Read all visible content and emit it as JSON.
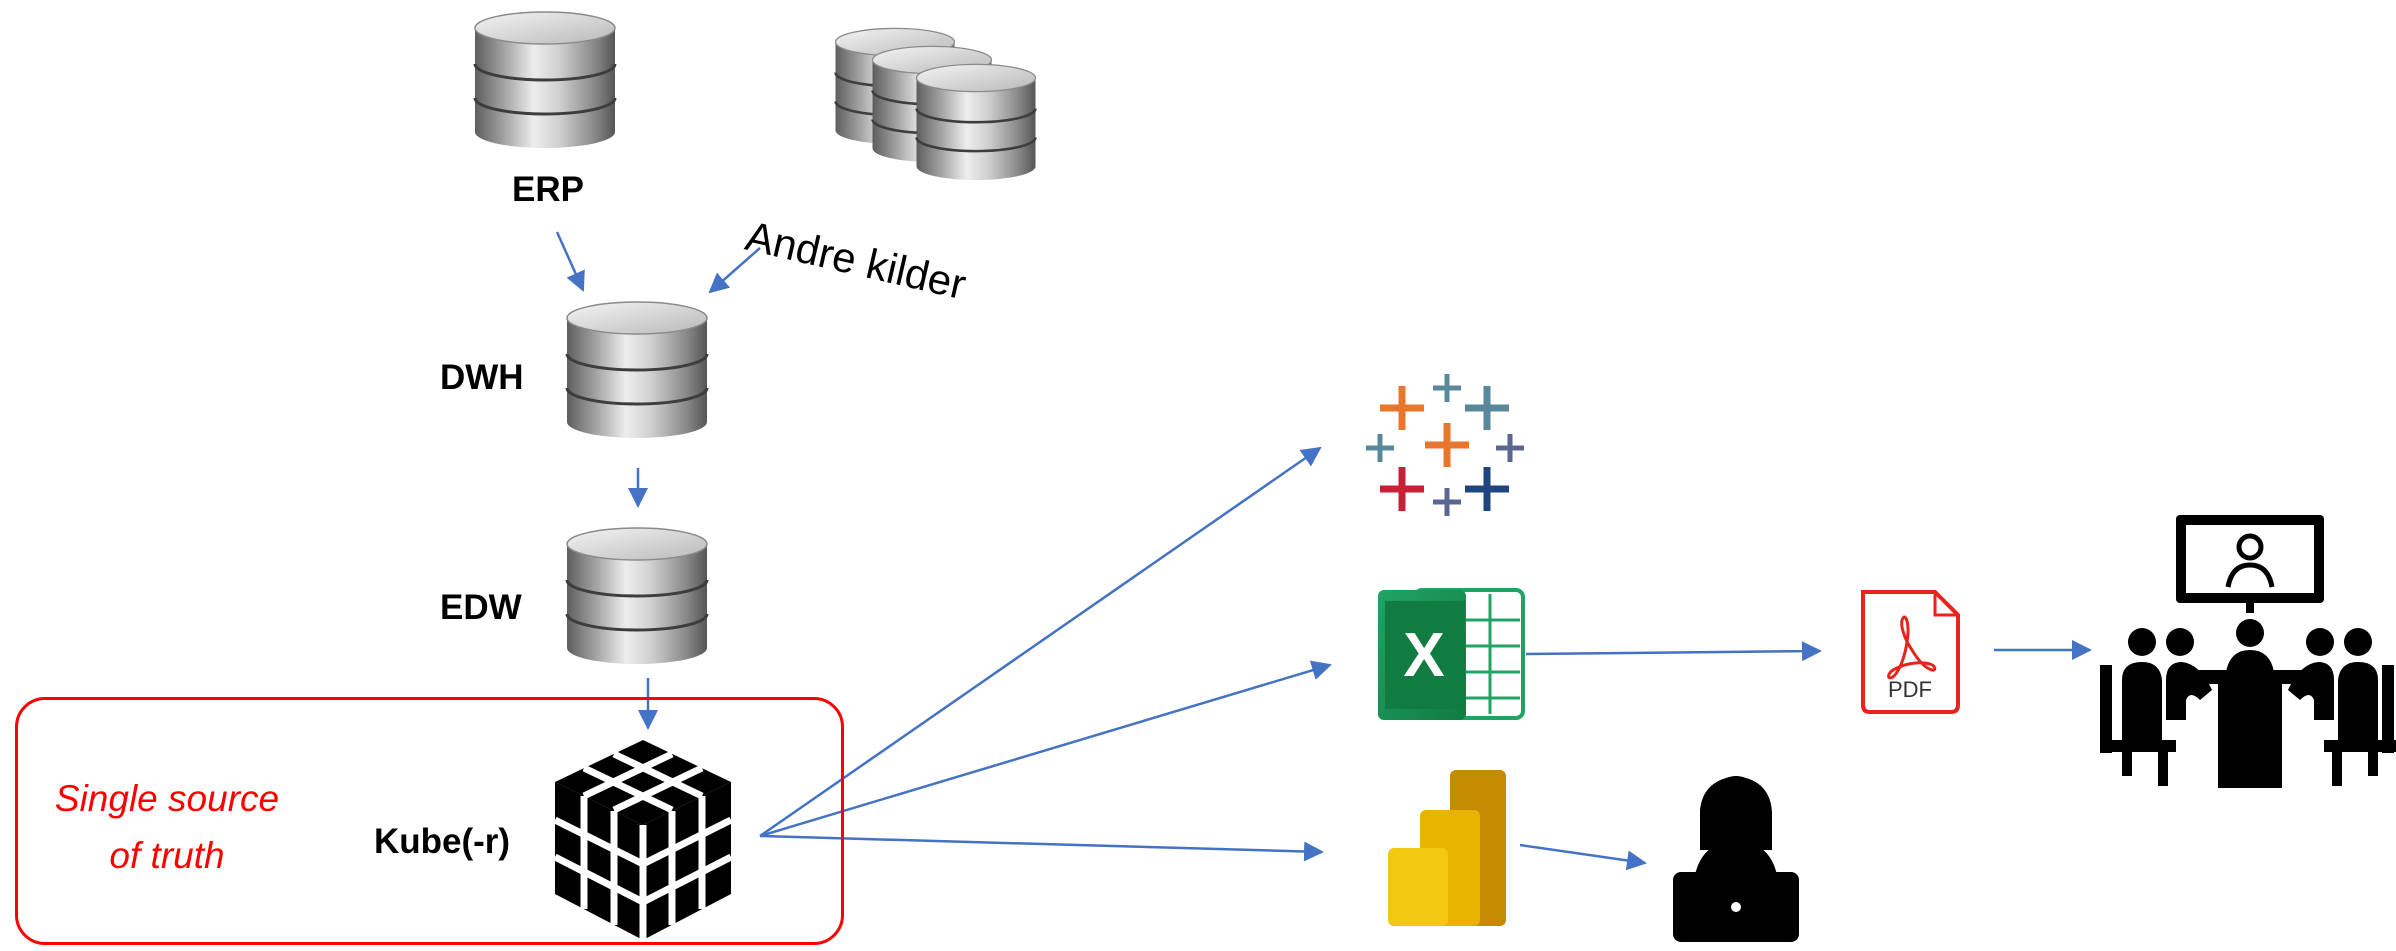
{
  "nodes": {
    "erp": "ERP",
    "andre_kilder": "Andre kilder",
    "dwh": "DWH",
    "edw": "EDW",
    "kube": "Kube(-r)",
    "pdf": "PDF",
    "excel_letter": "X"
  },
  "single_source": {
    "line1": "Single source",
    "line2": "of truth"
  },
  "colors": {
    "arrow": "#4472c4",
    "highlight": "#ff0000",
    "excel_dark": "#185c37",
    "excel_mid": "#107c41",
    "excel_light": "#21a366",
    "powerbi_dark": "#c48a00",
    "powerbi_mid": "#e8b400",
    "powerbi_light": "#f2c811",
    "pdf_red": "#e8231b",
    "tableau_orange": "#e8762d",
    "tableau_teal": "#59879b",
    "tableau_red": "#c72037",
    "tableau_navy": "#1f457e",
    "tableau_purple": "#5b6591"
  },
  "icons": [
    "database-icon",
    "database-stack-icon",
    "cube-icon",
    "tableau-icon",
    "excel-icon",
    "powerbi-icon",
    "pdf-icon",
    "user-laptop-icon",
    "meeting-icon"
  ]
}
